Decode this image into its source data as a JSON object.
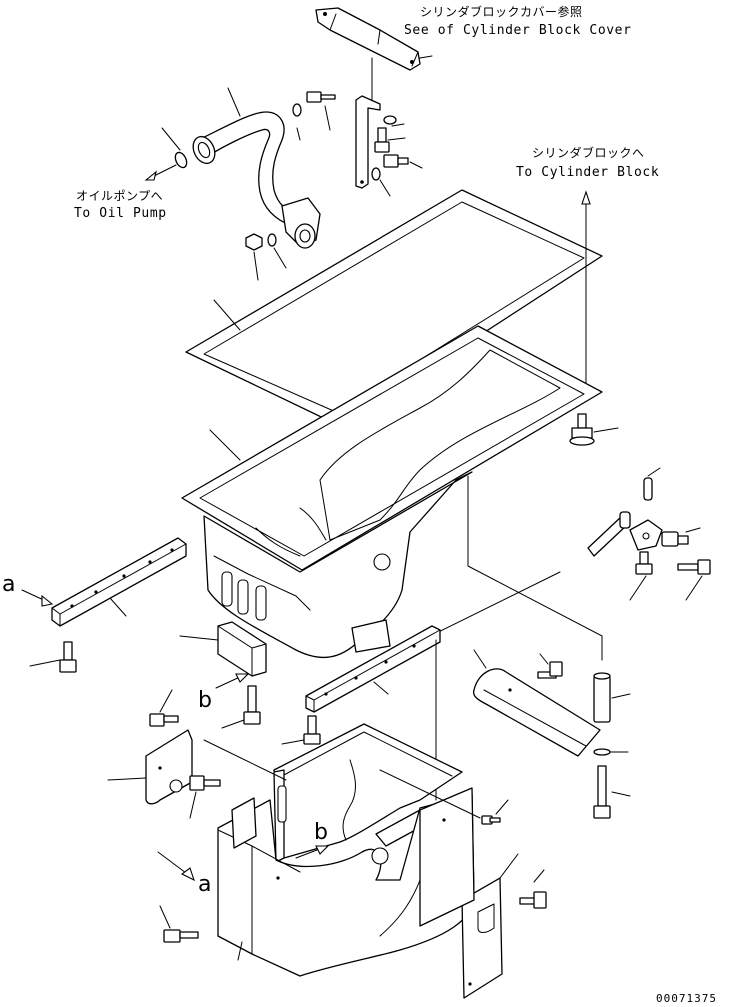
{
  "callouts": {
    "cylinder_block_cover_jp": "シリンダブロックカバー参照",
    "cylinder_block_cover_en": "See of Cylinder Block Cover",
    "cylinder_block_jp": "シリンダブロックへ",
    "cylinder_block_en": "To Cylinder Block",
    "oil_pump_jp": "オイルポンプへ",
    "oil_pump_en": "To Oil Pump"
  },
  "view_marks": {
    "a_upper": "a",
    "b_upper": "b",
    "b_lower": "b",
    "a_lower": "a"
  },
  "drawing_number": "00071375"
}
